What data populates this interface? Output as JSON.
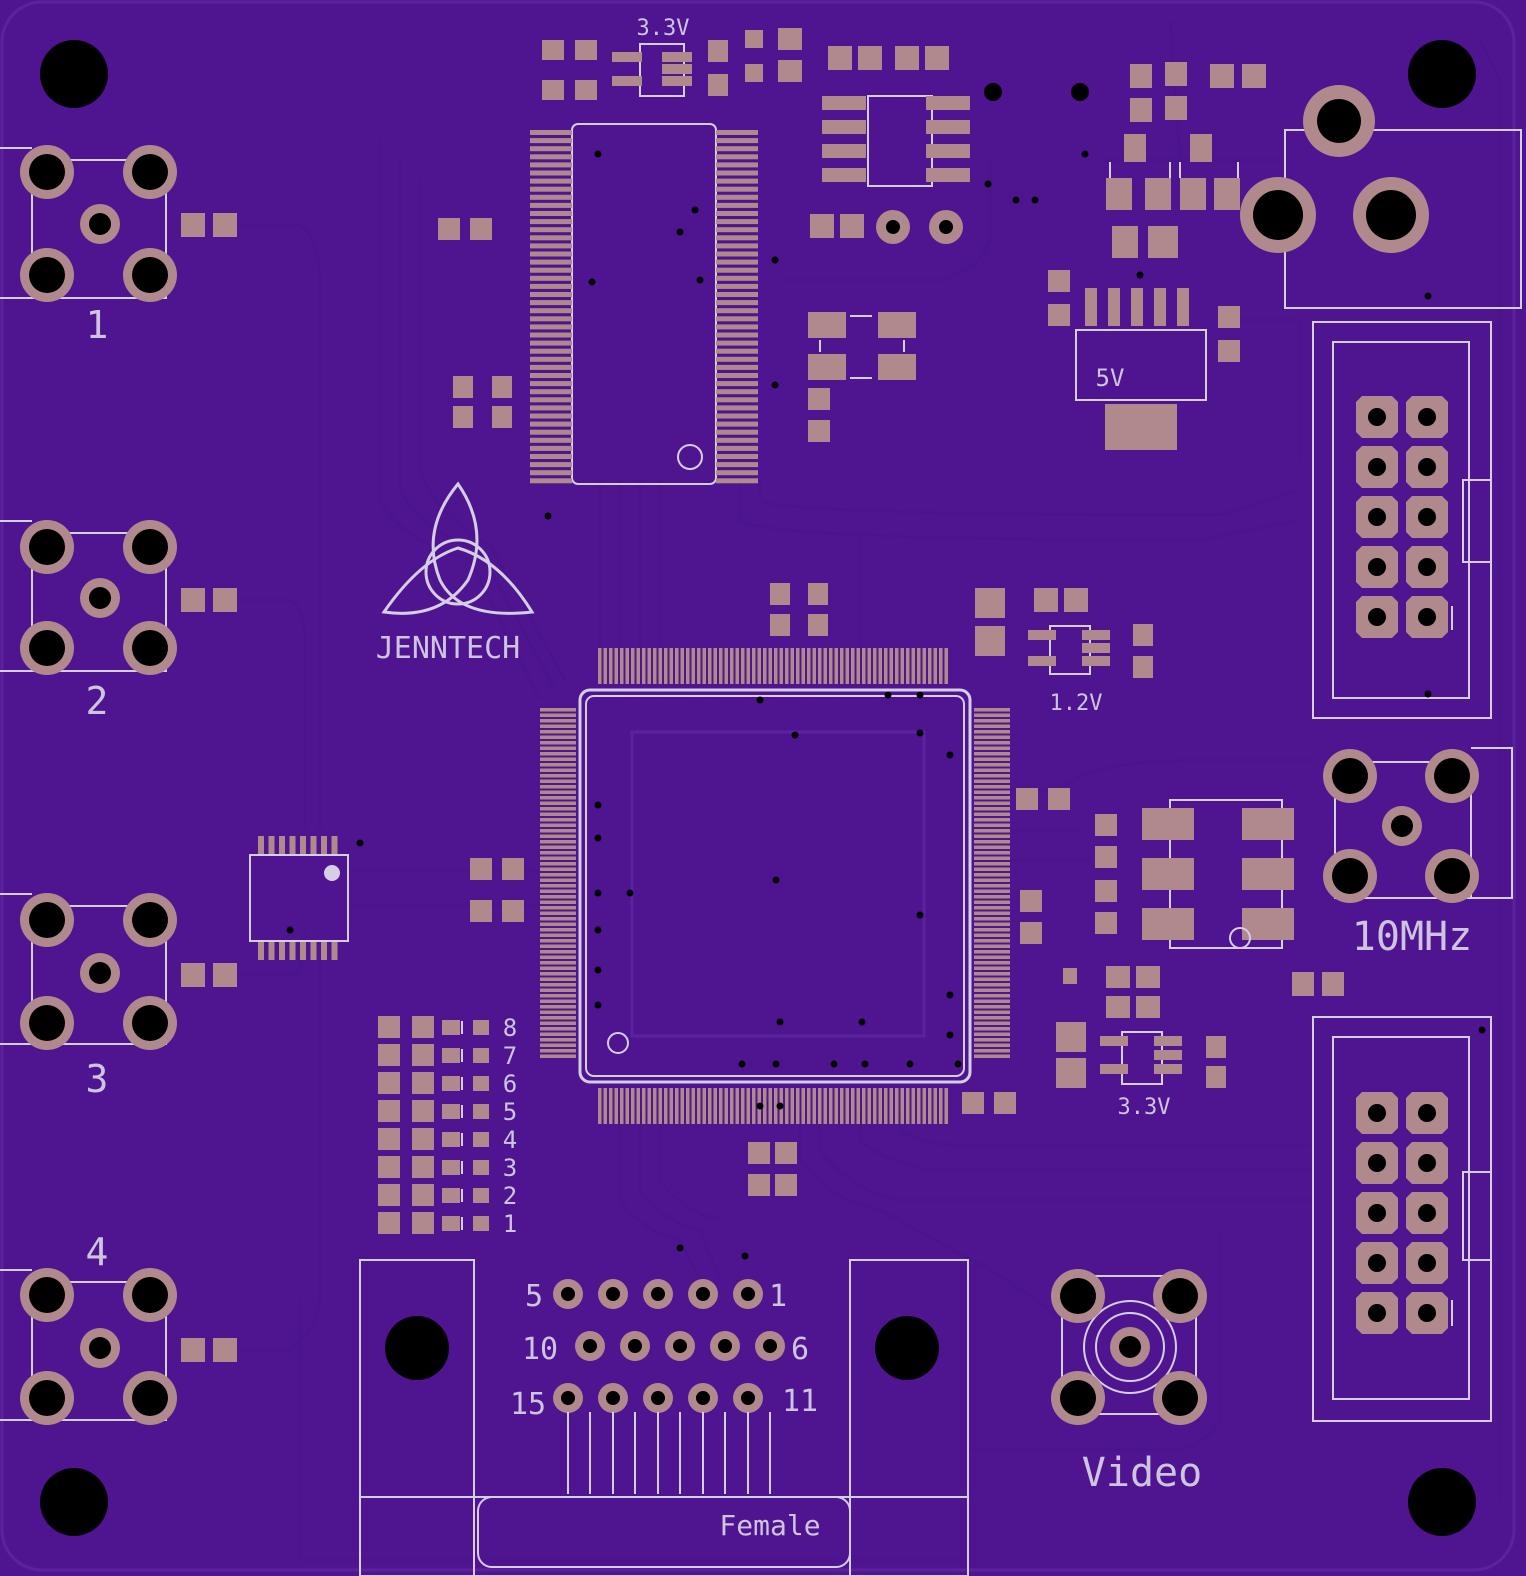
{
  "board": {
    "colors": {
      "mask": "#4f1591",
      "trace": "#44117f",
      "pad": "#b0898c",
      "silk": "#d6cde6",
      "hole": "#000000"
    }
  },
  "labels": {
    "reg_top": "3.3V",
    "reg_5v": "5V",
    "reg_1v2": "1.2V",
    "reg_3v3_bottom": "3.3V",
    "logo": "JENNTECH",
    "osc": "10MHz",
    "video": "Video",
    "vga_gender": "Female"
  },
  "channels": [
    "1",
    "2",
    "3",
    "4"
  ],
  "leds": [
    "8",
    "7",
    "6",
    "5",
    "4",
    "3",
    "2",
    "1"
  ],
  "vga_pins": {
    "row1_left": "5",
    "row1_right": "1",
    "row2_left": "10",
    "row2_right": "6",
    "row3_left": "15",
    "row3_right": "11"
  }
}
